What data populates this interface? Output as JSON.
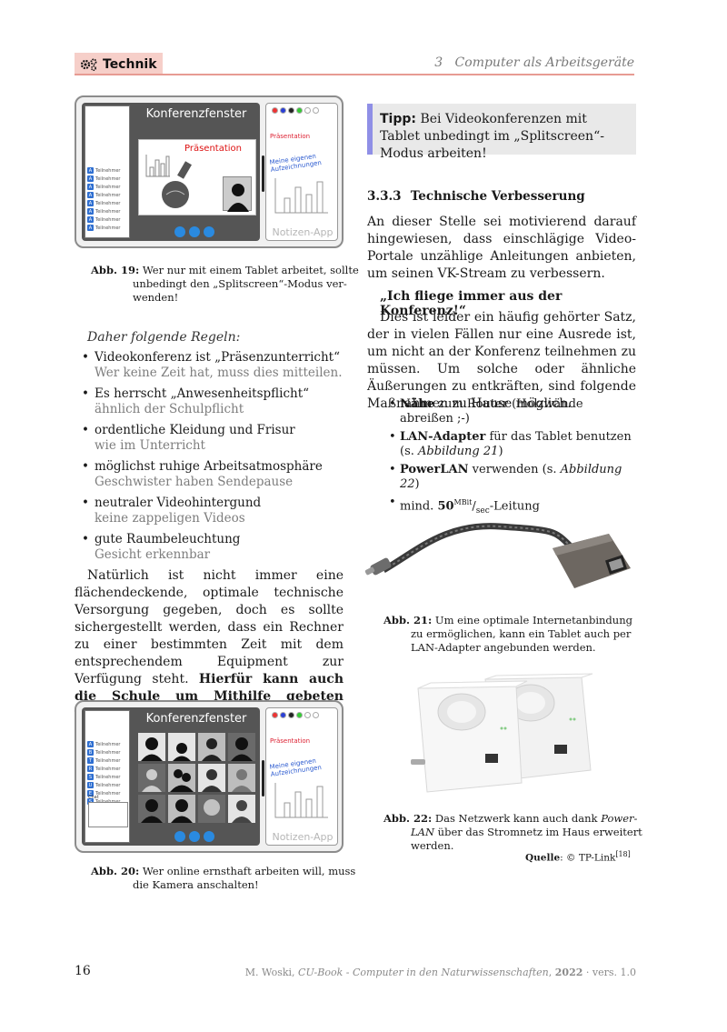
{
  "header": {
    "section_label": "Technik",
    "chapter": "3   Computer als Arbeitsgeräte"
  },
  "fig19": {
    "window_title": "Konferenzfenster",
    "presentation_label": "Präsentation",
    "participant_label": "Teilnehmer",
    "notes_presentation": "Präsentation",
    "notes_handwriting_1": "Meine eigenen",
    "notes_handwriting_2": "Aufzeichnungen",
    "notes_app": "Notizen-App",
    "caption_num": "Abb. 19:",
    "caption_l1": "Wer nur mit einem Tablet arbeitet, sollte",
    "caption_l2": "unbedingt den „Splitscreen“-Modus ver-",
    "caption_l3": "wenden!"
  },
  "rules": {
    "heading": "Daher folgende Regeln:",
    "items": [
      {
        "main": "Videokonferenz ist „Präsenzunterricht“",
        "sub": "Wer keine Zeit hat, muss dies mitteilen."
      },
      {
        "main": "Es herrscht „Anwesenheitspflicht“",
        "sub": "ähnlich der Schulpflicht"
      },
      {
        "main": "ordentliche Kleidung und Frisur",
        "sub": "wie im Unterricht"
      },
      {
        "main": "möglichst ruhige Arbeitsatmosphäre",
        "sub": "Geschwister haben Sendepause"
      },
      {
        "main": "neutraler Videohintergund",
        "sub": "keine zappeligen Videos"
      },
      {
        "main": "gute Raumbeleuchtung",
        "sub": "Gesicht erkennbar"
      }
    ]
  },
  "left_para": {
    "text": "Natürlich ist nicht immer eine flächendeckende, optimale technische Versorgung gegeben, doch es sollte sichergestellt werden, dass ein Rechner zu einer bestimmten Zeit mit dem entsprechendem Equipment zur Verfügung steht. ",
    "bold": "Hierfür kann auch die Schule um Mithilfe gebeten werden!"
  },
  "fig20": {
    "window_title": "Konferenzfenster",
    "participants": [
      "A",
      "B",
      "T",
      "R",
      "S",
      "U",
      "E",
      "S"
    ],
    "participant_label": "Teilnehmer",
    "chat_label": "Chat",
    "notes_presentation": "Präsentation",
    "notes_handwriting_1": "Meine eigenen",
    "notes_handwriting_2": "Aufzeichnungen",
    "notes_app": "Notizen-App",
    "caption_num": "Abb. 20:",
    "caption_l1": "Wer online ernsthaft arbeiten will, muss",
    "caption_l2": "die Kamera anschalten!"
  },
  "tip": {
    "label": "Tipp:",
    "text": " Bei Videokonferenzen mit Tablet unbedingt im „Splitscreen“-Modus arbeiten!"
  },
  "section": {
    "number": "3.3.3",
    "title": "Technische Verbesserung",
    "intro": "An dieser Stelle sei motivierend darauf hingewiesen, dass einschlägige Video-Portale unzählige Anleitungen anbieten, um seinen VK-Stream zu verbessern.",
    "quote": "„Ich fliege immer aus der Konferenz!“",
    "para": "Dies ist leider ein häufig gehörter Satz, der in vielen Fällen nur eine Ausrede ist, um nicht an der Konferenz teilnehmen zu müssen. Um solche oder ähnliche Äußerungen zu entkräften, sind folgende Maßnahmen zu Hause möglich."
  },
  "measures": {
    "m1_bold": "Nähe",
    "m1_rest": " zum Router (Holzwände abreißen ;-)",
    "m2_bold": "LAN-Adapter",
    "m2_rest": " für das Tablet benutzen",
    "m2_sub_pre": "(s. ",
    "m2_sub_ref": "Abbildung 21",
    "m2_sub_post": ")",
    "m3_bold": "PowerLAN",
    "m3_rest": " verwenden (s. ",
    "m3_ref": "Abbildung 22",
    "m3_post": ")",
    "m4_pre": "mind. ",
    "m4_bold": "50",
    "m4_sup": "MBit",
    "m4_slash": "/",
    "m4_sub": "sec",
    "m4_rest": "-Leitung"
  },
  "fig21": {
    "caption_num": "Abb. 21:",
    "caption_l1": "Um eine optimale Internetanbindung",
    "caption_l2": "zu ermöglichen, kann ein Tablet auch per",
    "caption_l3": "LAN-Adapter angebunden werden."
  },
  "fig22": {
    "caption_num": "Abb. 22:",
    "caption_l1_pre": "Das Netzwerk kann auch dank ",
    "caption_l1_it": "Power-",
    "caption_l2_it": "LAN",
    "caption_l2_rest": " über das Stromnetz im Haus erweitert",
    "caption_l3": "werden.",
    "source_label": "Quelle",
    "source_text": ": © TP-Link",
    "source_ref": "[18]"
  },
  "footer": {
    "page": "16",
    "author": "M. Woski, ",
    "book": "CU-Book - Computer in den Naturwissenschaften",
    "sep": ", ",
    "year": "2022",
    "version": " · vers. 1.0"
  }
}
